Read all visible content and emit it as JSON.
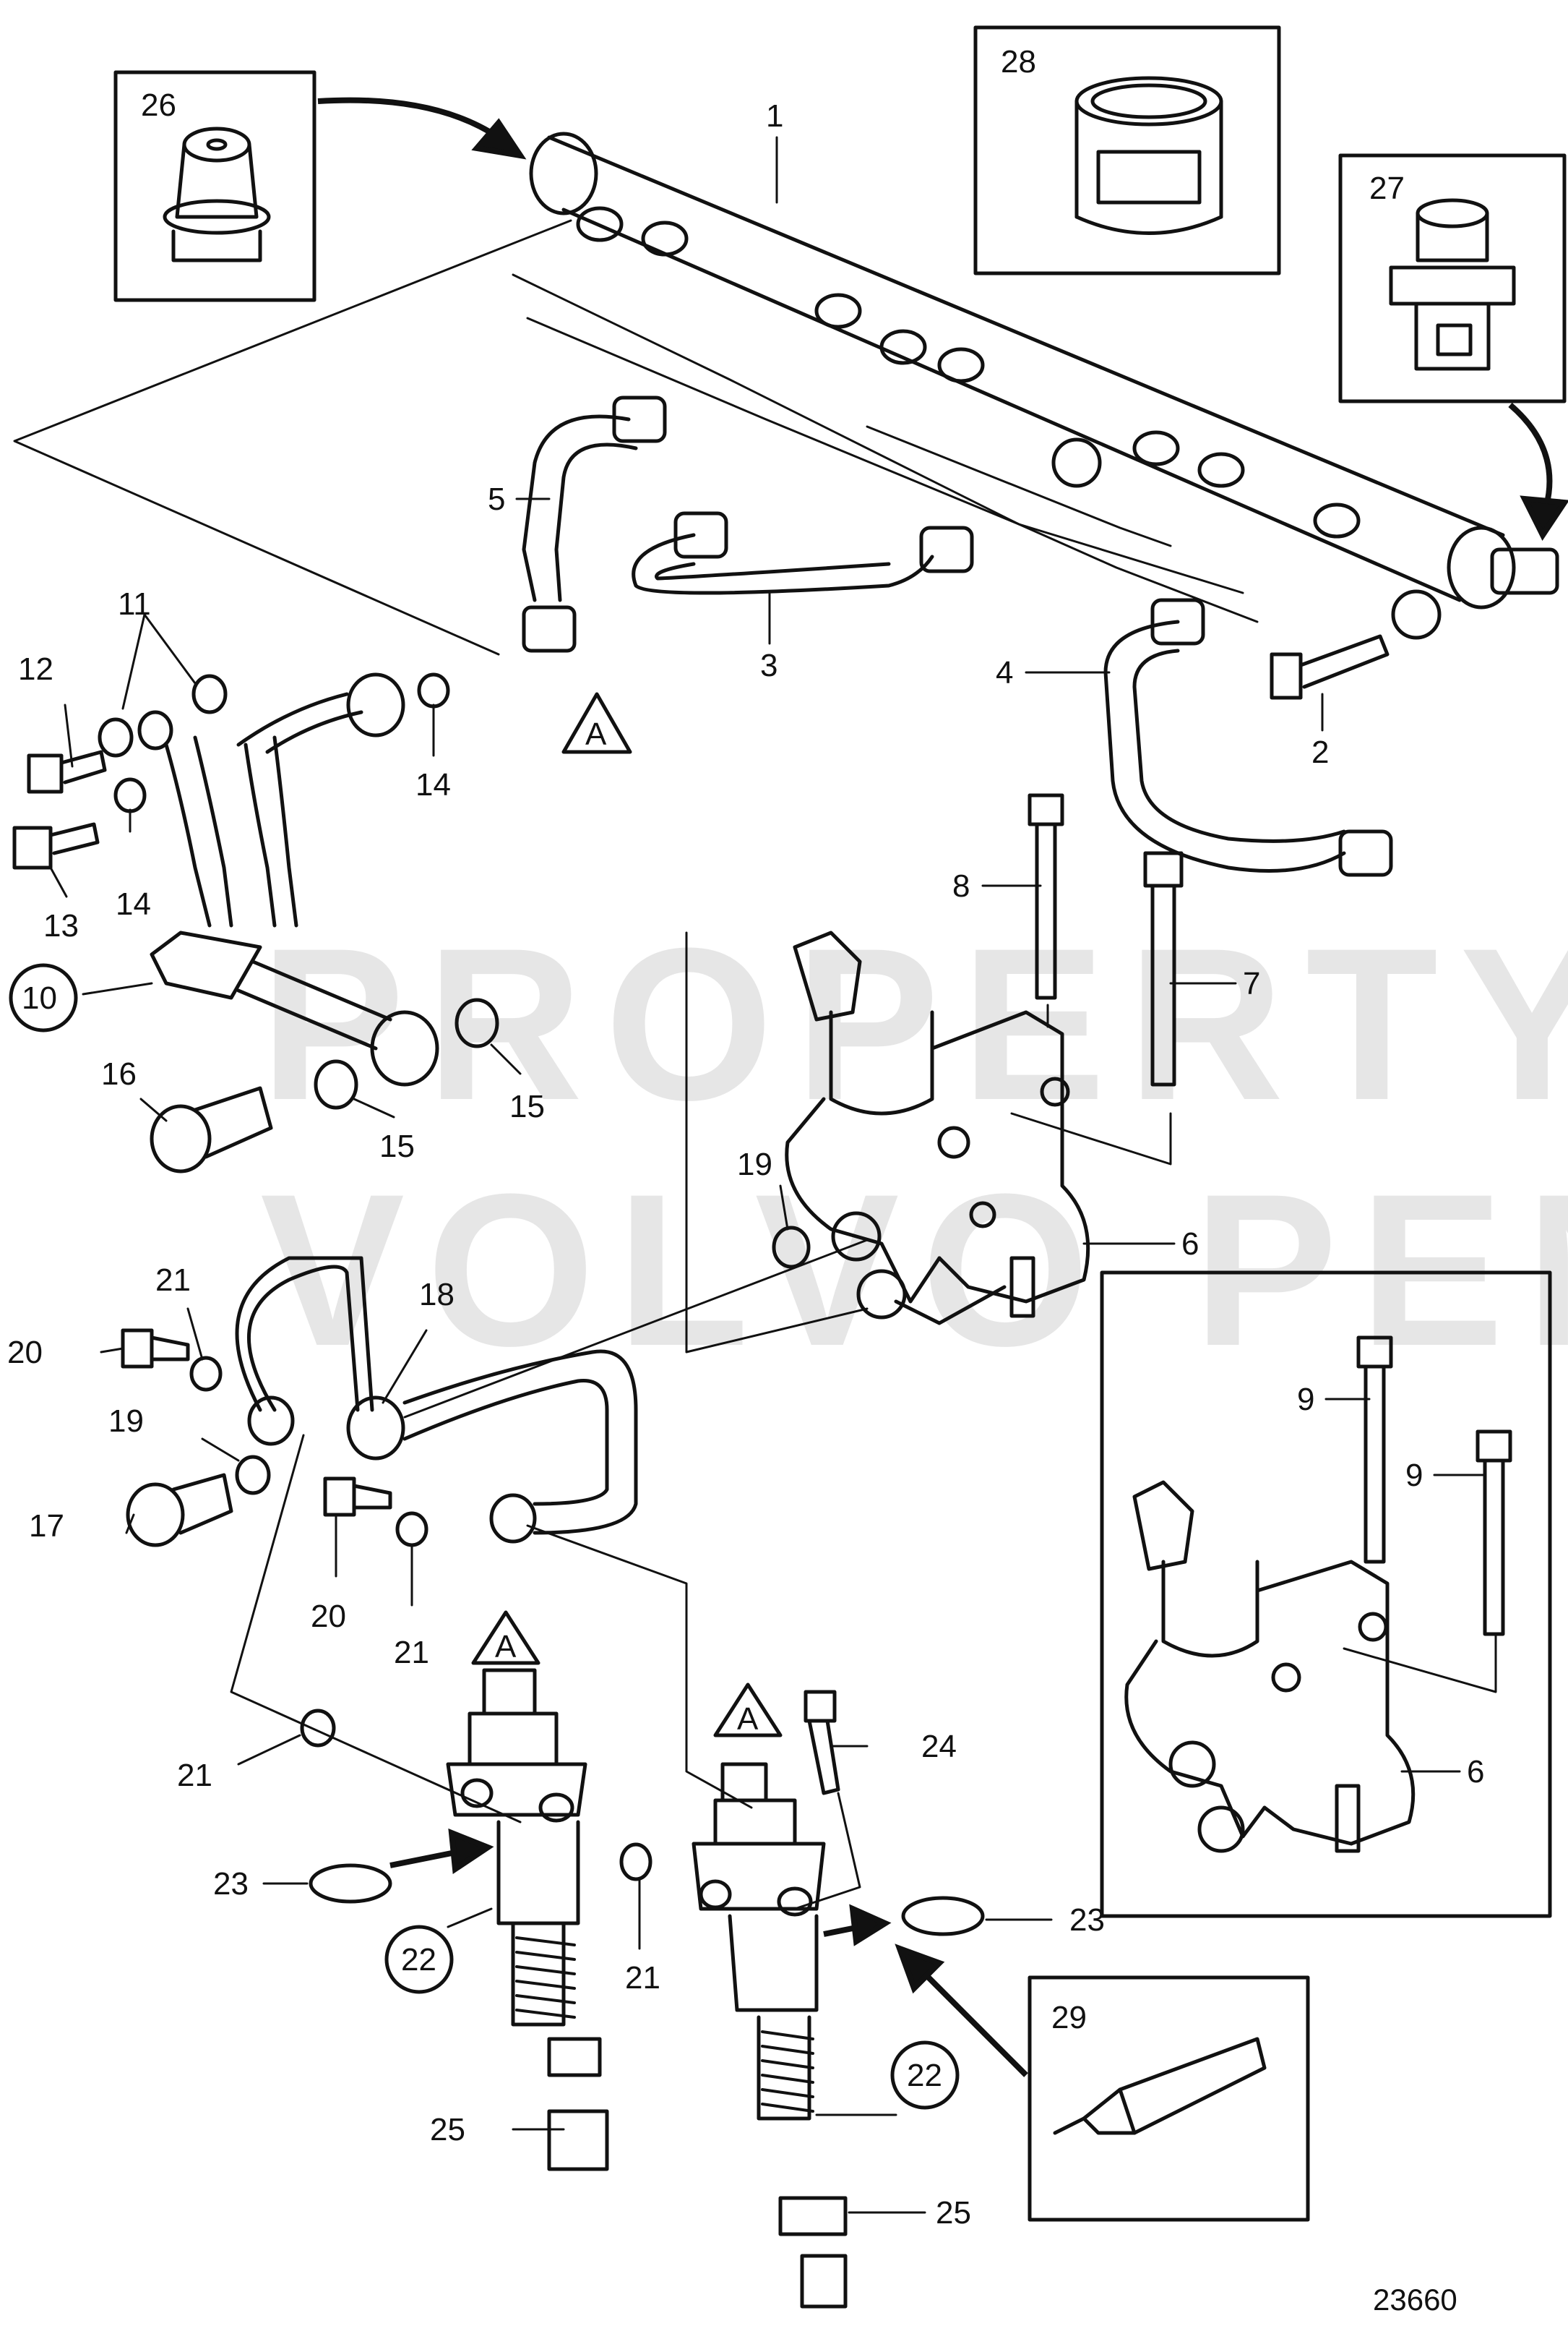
{
  "watermark": {
    "line1": "PROPERTY OF",
    "line2": "VOLVO PENTA"
  },
  "drawing_number": "23660",
  "view_marker": "A",
  "callouts": {
    "c1": "1",
    "c2": "2",
    "c3": "3",
    "c4": "4",
    "c5": "5",
    "c6a": "6",
    "c6b": "6",
    "c7": "7",
    "c8": "8",
    "c9a": "9",
    "c9b": "9",
    "c10": "10",
    "c11": "11",
    "c12": "12",
    "c13": "13",
    "c14a": "14",
    "c14b": "14",
    "c15a": "15",
    "c15b": "15",
    "c16": "16",
    "c17": "17",
    "c18": "18",
    "c19a": "19",
    "c19b": "19",
    "c20a": "20",
    "c20b": "20",
    "c21a": "21",
    "c21b": "21",
    "c21c": "21",
    "c21d": "21",
    "c22a": "22",
    "c22b": "22",
    "c23a": "23",
    "c23b": "23",
    "c24": "24",
    "c25a": "25",
    "c25b": "25",
    "c26": "26",
    "c27": "27",
    "c28": "28",
    "c29": "29"
  },
  "colors": {
    "line": "#111111",
    "watermark": "#e6e6e6",
    "background": "#ffffff"
  }
}
